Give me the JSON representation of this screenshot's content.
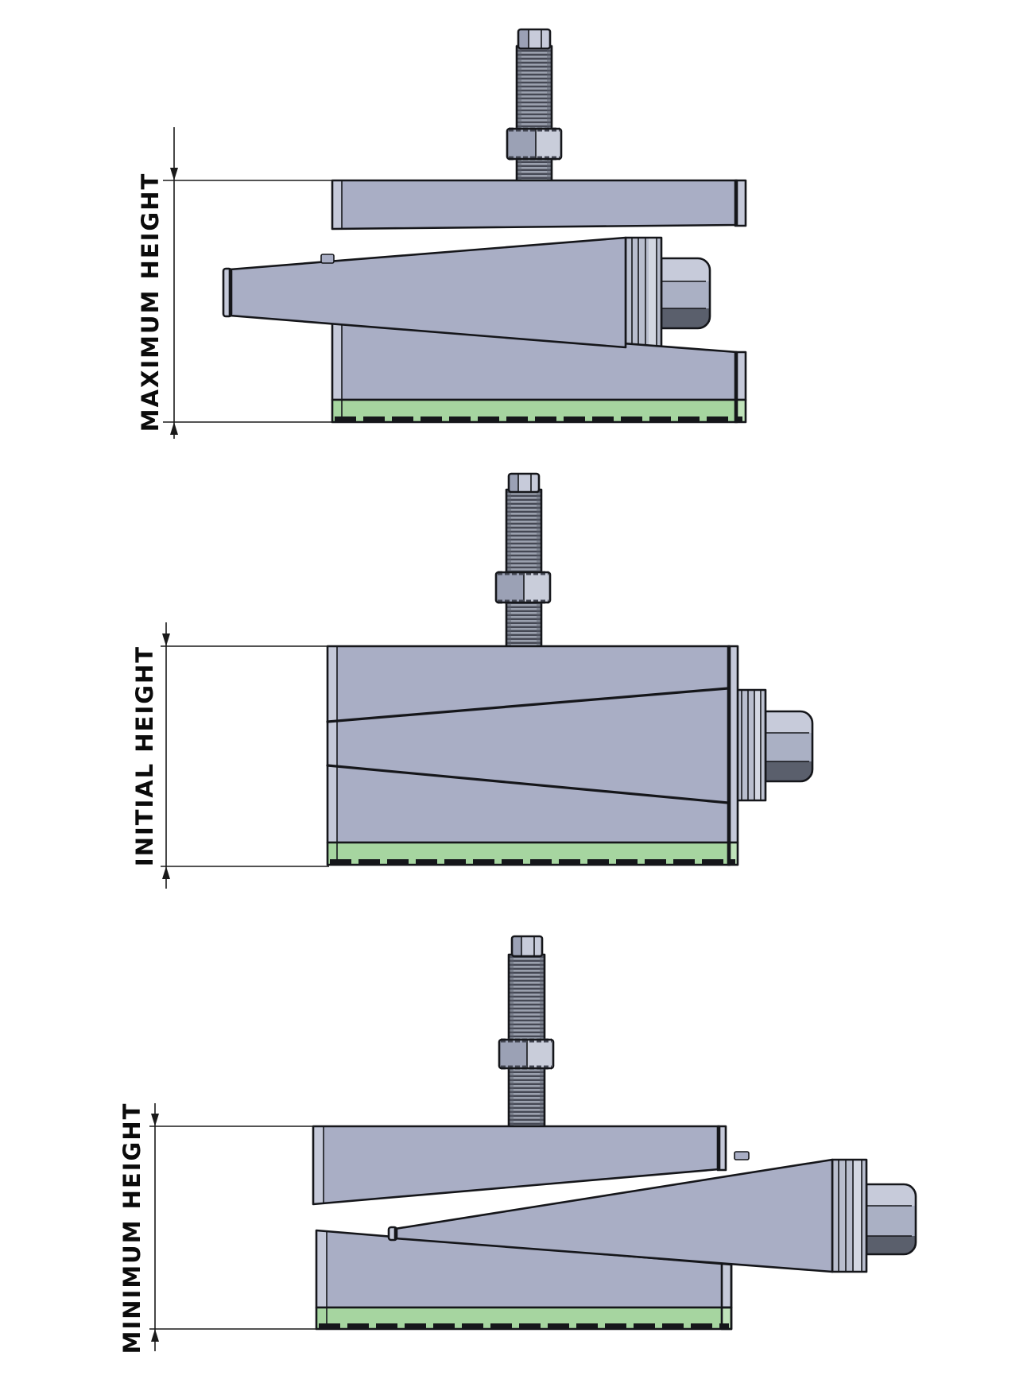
{
  "diagram": {
    "views": [
      {
        "id": "maximum",
        "label": "MAXIMUM HEIGHT"
      },
      {
        "id": "initial",
        "label": "INITIAL HEIGHT"
      },
      {
        "id": "minimum",
        "label": "MINIMUM HEIGHT"
      }
    ]
  },
  "colors": {
    "body": "#a9aec5",
    "body_light": "#c5c9d9",
    "outline": "#15161a",
    "pad": "#a6d5a0",
    "pad_light": "#c0e3ba",
    "thread_light": "#9aa0ae",
    "thread_dark": "#454854",
    "steel_light": "#c7cbda",
    "steel_mid": "#aab0c4",
    "steel_dark": "#5a5f6c",
    "nut_left": "#9ba1b5",
    "nut_right": "#c9cdda",
    "washer": "#b9bece",
    "washer_light": "#d3d7e2",
    "dim": "#1a1a1a"
  }
}
